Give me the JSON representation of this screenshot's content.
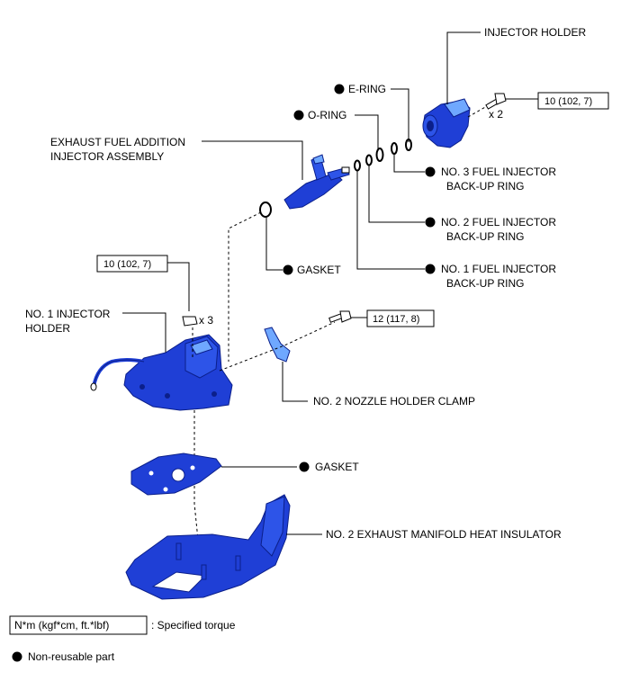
{
  "labels": {
    "injector_holder": "INJECTOR HOLDER",
    "e_ring": "E-RING",
    "o_ring": "O-RING",
    "exhaust_injector_line1": "EXHAUST FUEL ADDITION",
    "exhaust_injector_line2": "INJECTOR ASSEMBLY",
    "no3_backup_line1": "NO. 3 FUEL INJECTOR",
    "no3_backup_line2": "BACK-UP RING",
    "no2_backup_line1": "NO. 2 FUEL INJECTOR",
    "no2_backup_line2": "BACK-UP RING",
    "no1_backup_line1": "NO. 1 FUEL INJECTOR",
    "no1_backup_line2": "BACK-UP RING",
    "gasket_upper": "GASKET",
    "no1_holder_line1": "NO. 1 INJECTOR",
    "no1_holder_line2": "HOLDER",
    "nozzle_clamp": "NO. 2 NOZZLE HOLDER CLAMP",
    "gasket_lower": "GASKET",
    "heat_insulator": "NO. 2 EXHAUST MANIFOLD HEAT INSULATOR"
  },
  "torques": {
    "injector_holder_bolt": "10 (102, 7)",
    "holder_nut": "10 (102, 7)",
    "clamp_bolt": "12 (117, 8)"
  },
  "quantities": {
    "injector_holder_bolt": "x 2",
    "holder_nut": "x 3"
  },
  "legend": {
    "torque_box": "N*m (kgf*cm, ft.*lbf)",
    "torque_desc": ": Specified torque",
    "nonreusable": "Non-reusable part"
  },
  "colors": {
    "part_blue": "#1f3fd6",
    "part_light": "#6fa8ff"
  }
}
